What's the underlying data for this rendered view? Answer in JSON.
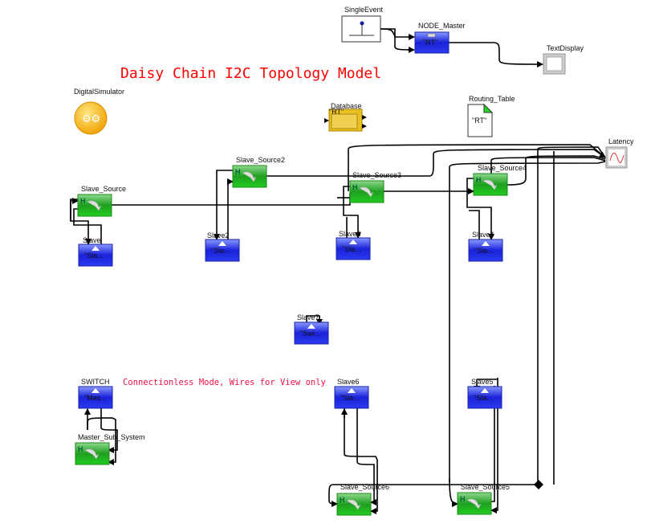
{
  "title": "Daisy Chain I2C Topology Model",
  "note": "Connectionless Mode, Wires for View only",
  "colors": {
    "title": "#ff0000",
    "note": "#ee1144",
    "green_block": "#22b822",
    "blue_block": "#2233ee",
    "database": "#e8c020"
  },
  "blocks": {
    "single_event": {
      "label": "SingleEvent"
    },
    "node_master": {
      "label": "NODE_Master",
      "text": "\"RT\""
    },
    "text_display": {
      "label": "TextDisplay"
    },
    "digital_simulator": {
      "label": "DigitalSimulator"
    },
    "database": {
      "label": "Database",
      "text": "\"RT\""
    },
    "routing_table": {
      "label": "Routing_Table",
      "text": "\"RT\""
    },
    "latency": {
      "label": "Latency"
    },
    "slave_source": {
      "label": "Slave_Source"
    },
    "slave": {
      "label": "Slave",
      "text": "\"Sla..."
    },
    "slave_source2": {
      "label": "Slave_Source2"
    },
    "slave2": {
      "label": "Slave2",
      "text": "\"Sla..."
    },
    "slave_source3": {
      "label": "Slave_Source3"
    },
    "slave3": {
      "label": "Slave3",
      "text": "\"Sla..."
    },
    "slave_source4": {
      "label": "Slave_Source4"
    },
    "slave4": {
      "label": "Slave4",
      "text": "\"Sla..."
    },
    "slave7": {
      "label": "Slave7",
      "text": "\"Swi..."
    },
    "switch": {
      "label": "SWITCH",
      "text": "\"Mas..."
    },
    "master_sub_system": {
      "label": "Master_Sub_System"
    },
    "slave6": {
      "label": "Slave6",
      "text": "\"Sla..."
    },
    "slave5": {
      "label": "Slave5",
      "text": "\"Sla..."
    },
    "slave_source6": {
      "label": "Slave_Source6"
    },
    "slave_source5": {
      "label": "Slave_Source5"
    }
  }
}
